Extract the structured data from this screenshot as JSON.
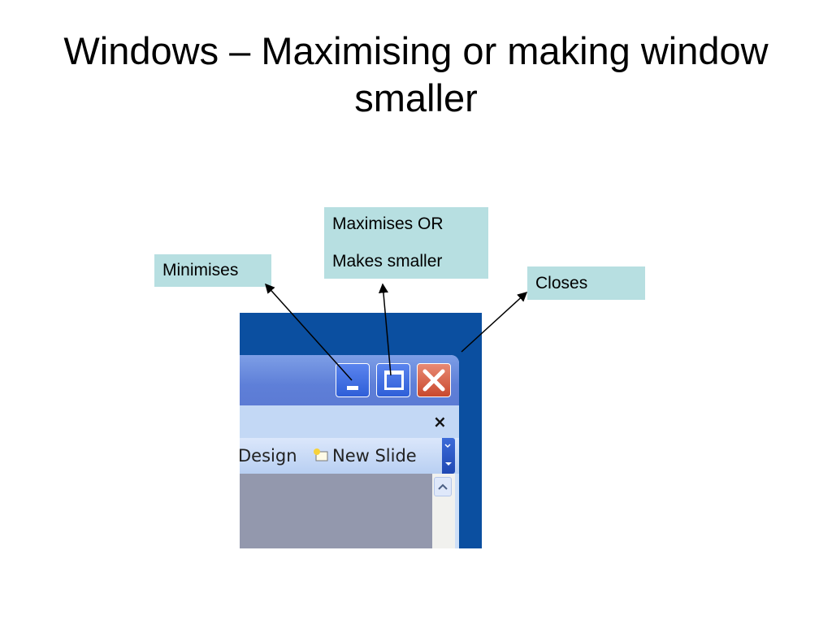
{
  "slide": {
    "title": "Windows – Maximising or making window smaller"
  },
  "callouts": {
    "minimise": "Minimises",
    "maximise_line1": "Maximises OR",
    "maximise_line2": "Makes smaller",
    "close": "Closes"
  },
  "window": {
    "pane_close": "×",
    "toolbar": {
      "design_label": "Design",
      "new_slide_label": "New Slide"
    }
  },
  "colors": {
    "callout_fill": "#b7dfe1",
    "desktop_blue": "#0b4fa0",
    "close_button": "#c9492e"
  }
}
